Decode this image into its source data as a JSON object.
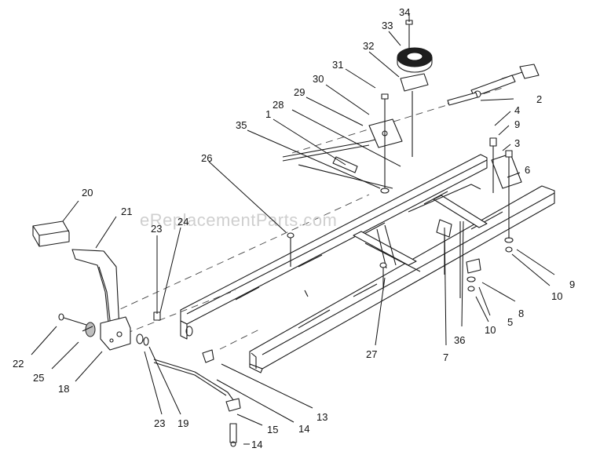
{
  "watermark": "eReplacementParts.com",
  "callouts": {
    "c1": "1",
    "c2": "2",
    "c3": "3",
    "c4": "4",
    "c5": "5",
    "c6": "6",
    "c7": "7",
    "c8": "8",
    "c9a": "9",
    "c9b": "9",
    "c10a": "10",
    "c10b": "10",
    "c13": "13",
    "c14a": "14",
    "c14b": "14",
    "c15": "15",
    "c18": "18",
    "c19": "19",
    "c20": "20",
    "c21": "21",
    "c22": "22",
    "c23a": "23",
    "c23b": "23",
    "c24": "24",
    "c25": "25",
    "c26": "26",
    "c27": "27",
    "c28": "28",
    "c29": "29",
    "c30": "30",
    "c31": "31",
    "c32": "32",
    "c33": "33",
    "c34": "34",
    "c35": "35",
    "c36": "36"
  }
}
